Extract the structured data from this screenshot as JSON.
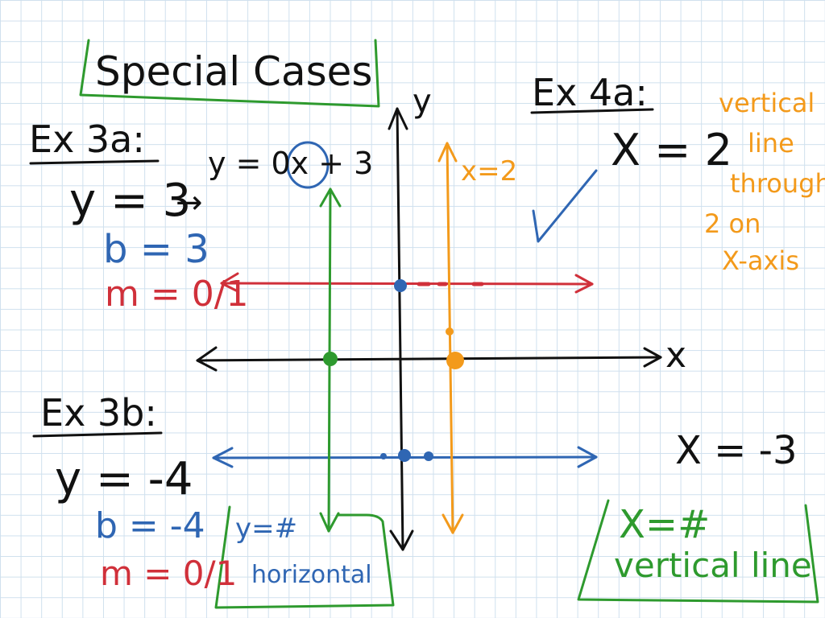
{
  "title": "Special Cases",
  "ex3a": {
    "heading": "Ex 3a:",
    "equation": "y = 3",
    "rewrite": "y = 0x + 3",
    "b_label": "b = 3",
    "m_label": "m = 0/1"
  },
  "ex3b": {
    "heading": "Ex 3b:",
    "equation": "y = -4",
    "b_label": "b = -4",
    "m_label": "m = 0/1"
  },
  "ex4a": {
    "heading": "Ex 4a:",
    "equation": "X = 2",
    "note": [
      "vertical",
      "line",
      "through",
      "2 on",
      "X-axis"
    ],
    "other_equation": "X = -3"
  },
  "axes": {
    "x_label": "x",
    "y_label": "y"
  },
  "line_labels": {
    "vertical_orange": "x=2"
  },
  "summary": {
    "horizontal_rule": "y=#",
    "horizontal_word": "horizontal",
    "vertical_rule": "X=#",
    "vertical_word": "vertical line"
  },
  "colors": {
    "black": "#111111",
    "blue": "#2f66b3",
    "red": "#d0303a",
    "green": "#2e9a2e",
    "orange": "#f39a1b"
  }
}
